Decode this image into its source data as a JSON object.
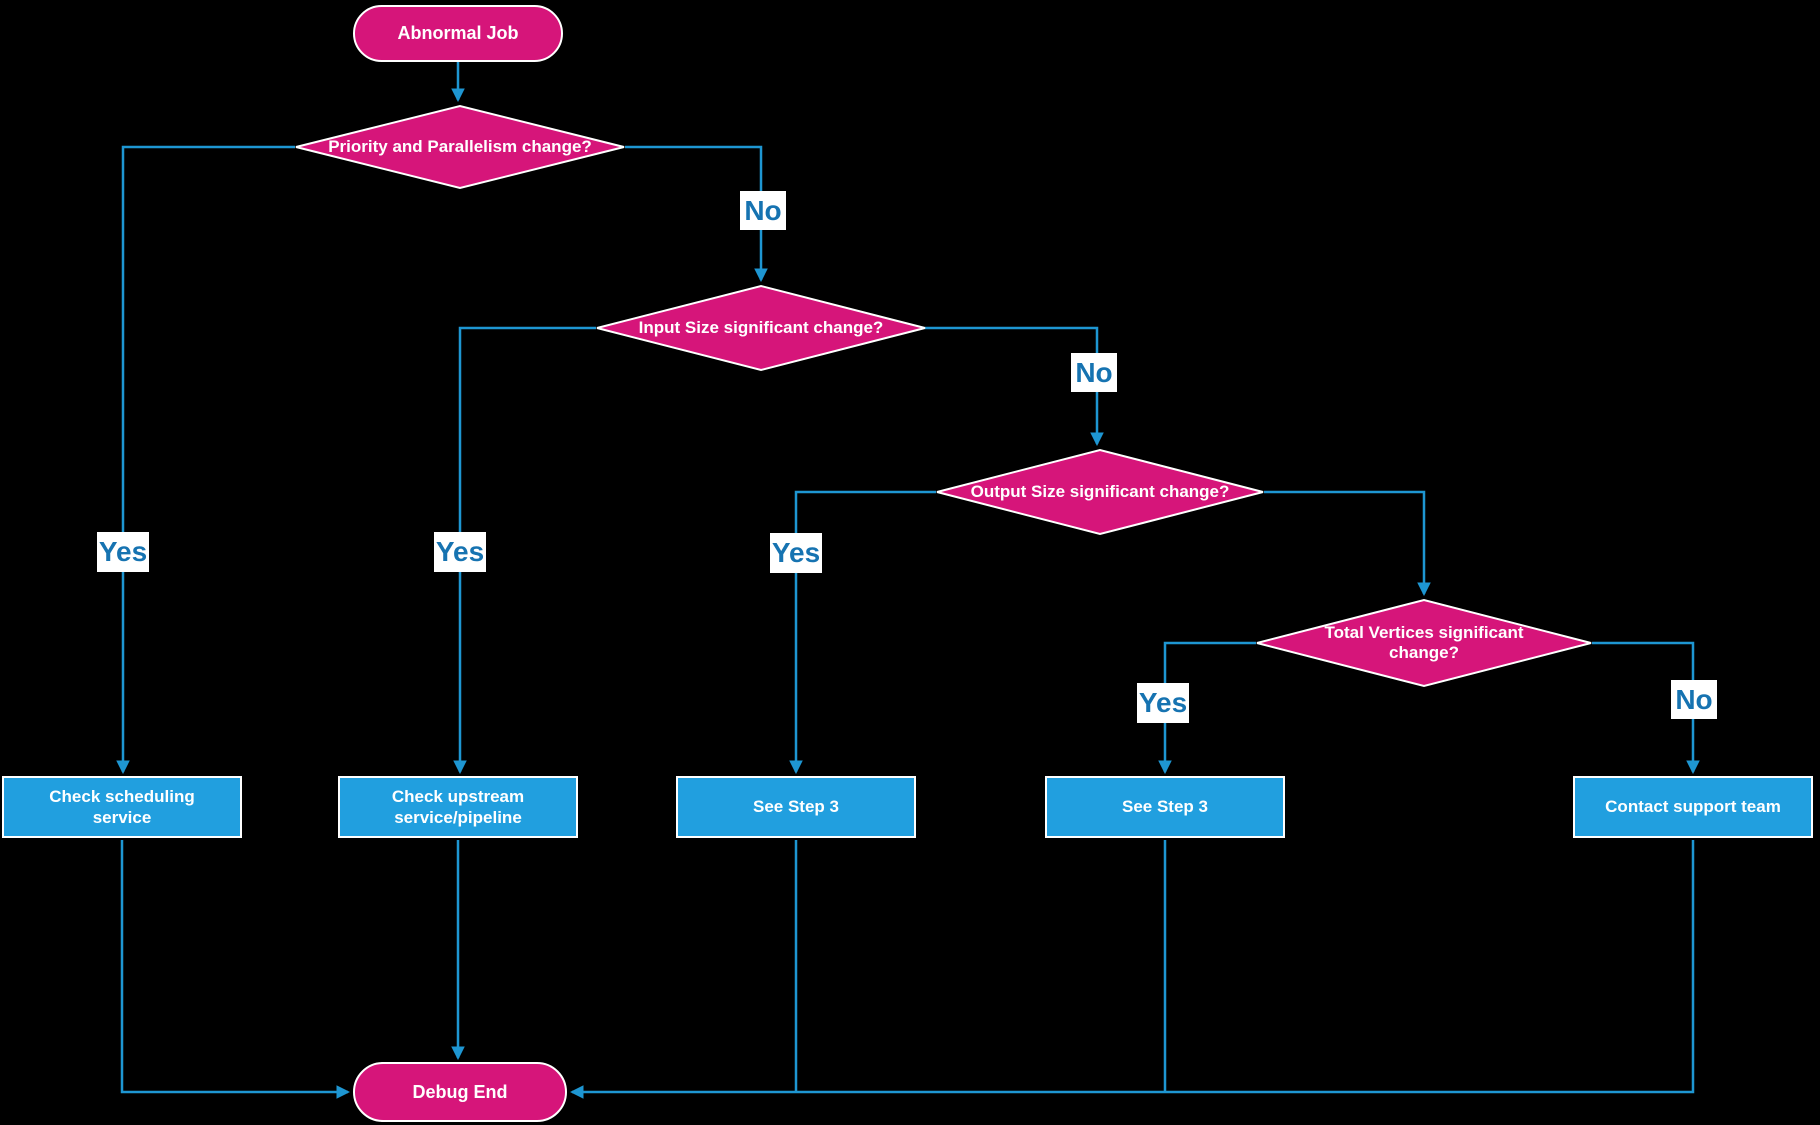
{
  "colors": {
    "pink": "#D6157A",
    "process_blue": "#219FDF",
    "line_blue": "#1E96D2",
    "label_blue": "#1673B1",
    "background": "#000000",
    "node_text": "#FFFFFF"
  },
  "nodes": {
    "start": {
      "type": "terminator",
      "label": "Abnormal Job"
    },
    "decision1": {
      "type": "decision",
      "label": "Priority and Parallelism change?"
    },
    "decision2": {
      "type": "decision",
      "label": "Input Size significant change?"
    },
    "decision3": {
      "type": "decision",
      "label": "Output Size significant change?"
    },
    "decision4": {
      "type": "decision",
      "label": "Total Vertices significant change?"
    },
    "process1": {
      "type": "process",
      "label": "Check scheduling service"
    },
    "process2": {
      "type": "process",
      "label": "Check upstream service/pipeline"
    },
    "process3": {
      "type": "process",
      "label": "See Step 3"
    },
    "process4": {
      "type": "process",
      "label": "See Step 3"
    },
    "process5": {
      "type": "process",
      "label": "Contact support team"
    },
    "end": {
      "type": "terminator",
      "label": "Debug End"
    }
  },
  "edge_labels": {
    "d1_yes": "Yes",
    "d1_no": "No",
    "d2_yes": "Yes",
    "d2_no": "No",
    "d3_yes": "Yes",
    "d4_yes": "Yes",
    "d4_no": "No"
  }
}
